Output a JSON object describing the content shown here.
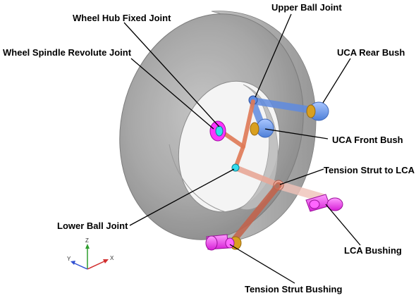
{
  "labels": {
    "wheel_hub_fixed_joint": "Wheel Hub Fixed Joint",
    "upper_ball_joint": "Upper Ball Joint",
    "wheel_spindle_revolute_joint": "Wheel Spindle Revolute Joint",
    "uca_rear_bush": "UCA Rear Bush",
    "uca_front_bush": "UCA Front Bush",
    "tension_strut_to_lca": "Tension Strut to LCA",
    "lower_ball_joint": "Lower Ball Joint",
    "lca_bushing": "LCA  Bushing",
    "tension_strut_bushing": "Tension Strut Bushing"
  },
  "axes": {
    "x": "X",
    "y": "Y",
    "z": "Z"
  },
  "colors": {
    "tire": "#9a9a9a",
    "upper_arm": "#6f9ae6",
    "link": "#e07a56",
    "lca": "#e8a898",
    "bushing": "#ff33ff",
    "joint": "#33ddee",
    "bush_core": "#d9a020"
  }
}
